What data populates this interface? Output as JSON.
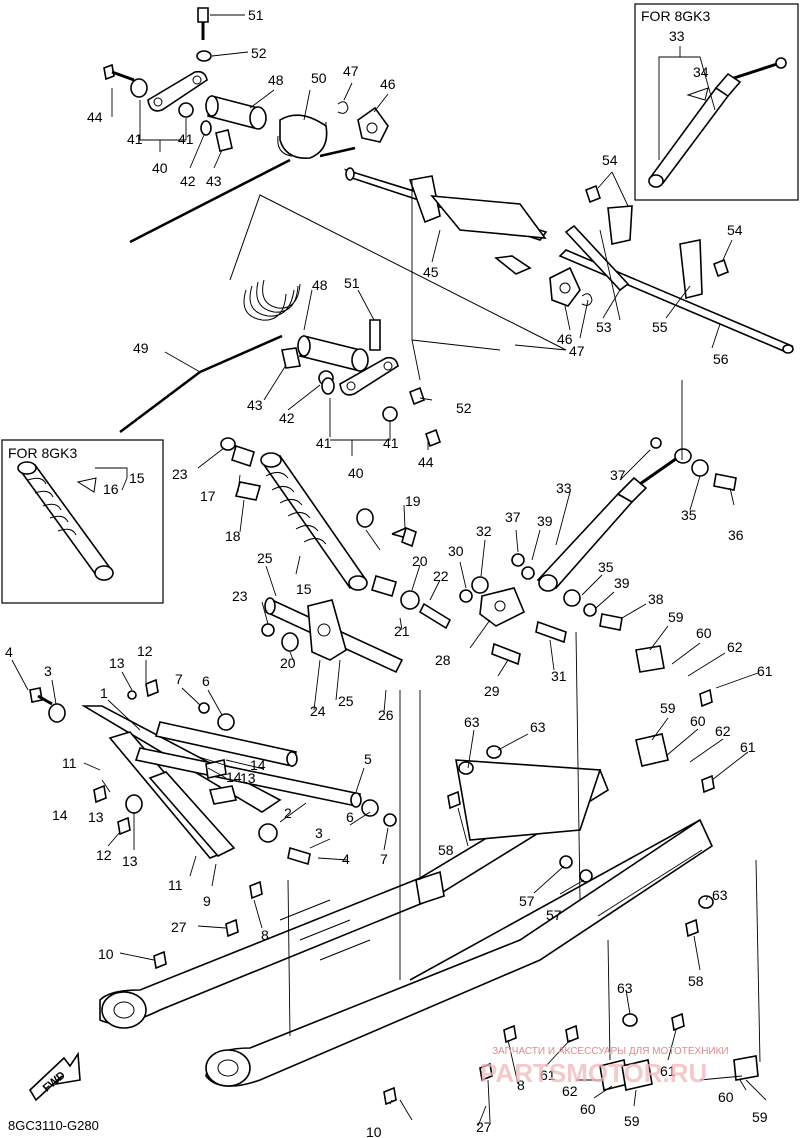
{
  "diagram": {
    "drawing_code": "8GC3110-G280",
    "fwd_label": "FWD",
    "inset_top": {
      "title": "FOR 8GK3",
      "parts": [
        "33",
        "34"
      ]
    },
    "inset_left": {
      "title": "FOR 8GK3",
      "parts": [
        "15",
        "16"
      ]
    },
    "watermark_text": "ЗАПЧАСТИ И АКСЕССУАРЫ ДЛЯ МОТОТЕХНИКИ",
    "watermark_logo": "PARTSMOTOR.RU",
    "part_numbers": [
      "51",
      "52",
      "44",
      "41",
      "41",
      "40",
      "42",
      "43",
      "48",
      "50",
      "47",
      "46",
      "45",
      "54",
      "54",
      "55",
      "53",
      "46",
      "47",
      "56",
      "49",
      "48",
      "51",
      "43",
      "42",
      "41",
      "41",
      "40",
      "52",
      "44",
      "23",
      "17",
      "18",
      "15",
      "16",
      "15",
      "19",
      "20",
      "22",
      "21",
      "25",
      "23",
      "20",
      "24",
      "25",
      "26",
      "37",
      "33",
      "35",
      "36",
      "39",
      "32",
      "30",
      "35",
      "39",
      "38",
      "28",
      "31",
      "29",
      "37",
      "59",
      "60",
      "62",
      "61",
      "59",
      "60",
      "62",
      "61",
      "12",
      "13",
      "4",
      "3",
      "7",
      "6",
      "1",
      "11",
      "14",
      "13",
      "14",
      "5",
      "2",
      "3",
      "4",
      "6",
      "7",
      "14",
      "13",
      "12",
      "13",
      "11",
      "9",
      "63",
      "63",
      "58",
      "57",
      "57",
      "63",
      "27",
      "8",
      "10",
      "58",
      "63",
      "8",
      "61",
      "61",
      "62",
      "60",
      "59",
      "60",
      "59",
      "27",
      "10"
    ]
  }
}
